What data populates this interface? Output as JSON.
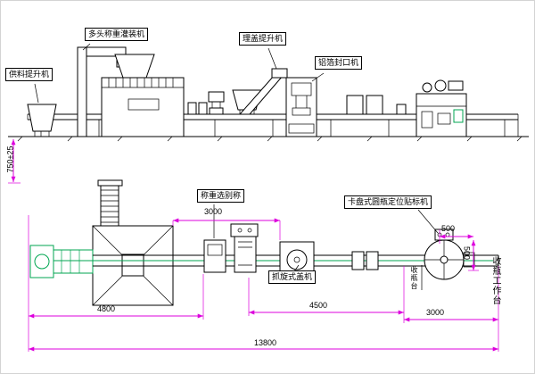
{
  "colors": {
    "line": "#000000",
    "dimension": "#dd00dd",
    "green": "#00a651"
  },
  "labels": {
    "feed_elevator": "供料提升机",
    "multihead_filler": "多头称重灌装机",
    "cap_elevator": "理盖提升机",
    "foil_sealer": "铝箔封口机",
    "checkweigher": "称重选别称",
    "labeler": "卡盘式圆瓶定位贴标机",
    "capper": "抓旋式盖机",
    "bottle_worktable": "收瓶工作台",
    "bottle_table": "收瓶台"
  },
  "dimensions": {
    "conveyor_height": "750±25",
    "span_filler_to_capper": "3000",
    "span_filler_section": "4800",
    "span_capper_section": "4500",
    "span_labeler_section": "3000",
    "span_total": "13800",
    "labeler_offset_x": "500",
    "labeler_offset_y": "500"
  }
}
